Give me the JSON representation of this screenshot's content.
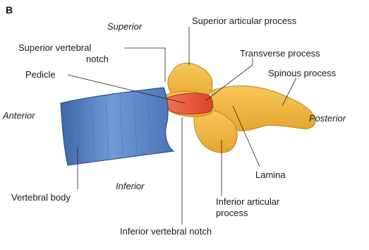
{
  "figure": {
    "panel_letter": "B",
    "orientation": {
      "superior": "Superior",
      "inferior": "Inferior",
      "anterior": "Anterior",
      "posterior": "Posterior"
    },
    "labels": {
      "superior_articular_process": "Superior articular process",
      "superior_vertebral_notch_1": "Superior vertebral",
      "superior_vertebral_notch_2": "notch",
      "transverse_process": "Transverse process",
      "pedicle": "Pedicle",
      "spinous_process": "Spinous process",
      "lamina": "Lamina",
      "vertebral_body": "Vertebral body",
      "inferior_articular_process_1": "Inferior articular",
      "inferior_articular_process_2": "process",
      "inferior_vertebral_notch": "Inferior vertebral notch"
    },
    "colors": {
      "vertebral_body": "#5b86c9",
      "pedicle": "#e4503a",
      "processes": "#f2b63b"
    }
  }
}
